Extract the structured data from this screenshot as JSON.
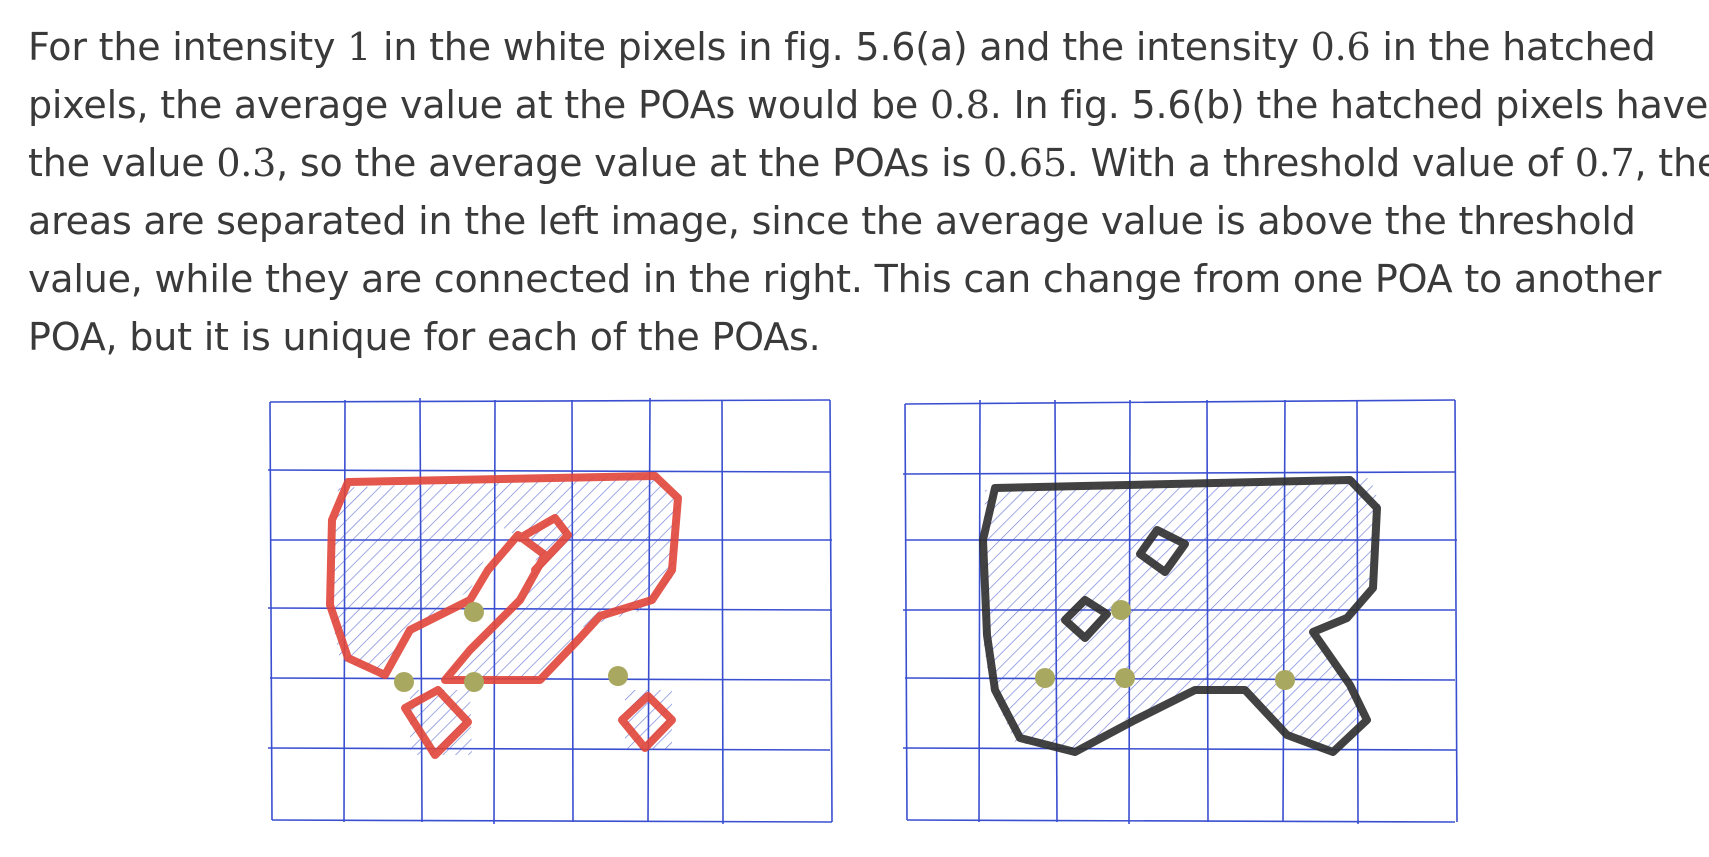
{
  "paragraph": {
    "lines": [
      [
        {
          "t": "For the intensity "
        },
        {
          "t": "1",
          "n": true
        },
        {
          "t": " in the white pixels in fig. 5.6(a) and the intensity "
        },
        {
          "t": "0.6",
          "n": true
        },
        {
          "t": " in the hatched"
        }
      ],
      [
        {
          "t": "pixels, the average value at the POAs would be "
        },
        {
          "t": "0.8",
          "n": true
        },
        {
          "t": ". In fig. 5.6(b) the hatched pixels have"
        }
      ],
      [
        {
          "t": "the value "
        },
        {
          "t": "0.3",
          "n": true
        },
        {
          "t": ", so the average value at the POAs is "
        },
        {
          "t": "0.65",
          "n": true
        },
        {
          "t": ". With a threshold value of "
        },
        {
          "t": "0.7",
          "n": true
        },
        {
          "t": ", the"
        }
      ],
      [
        {
          "t": "areas are separated in the left image, since the average value is above the threshold"
        }
      ],
      [
        {
          "t": "value, while they are connected in the right. This can change from one POA to another"
        }
      ],
      [
        {
          "t": "POA, but it is unique for each of the POAs."
        }
      ]
    ]
  },
  "figures": {
    "left": {
      "contour_color": "#e0453a",
      "grid_color": "#3a4fd0",
      "poa_color": "#a9a860",
      "hatch_color": "#4a5ccf"
    },
    "right": {
      "contour_color": "#2e2e2e",
      "grid_color": "#3a4fd0",
      "poa_color": "#a9a860",
      "hatch_color": "#4a5ccf"
    }
  }
}
